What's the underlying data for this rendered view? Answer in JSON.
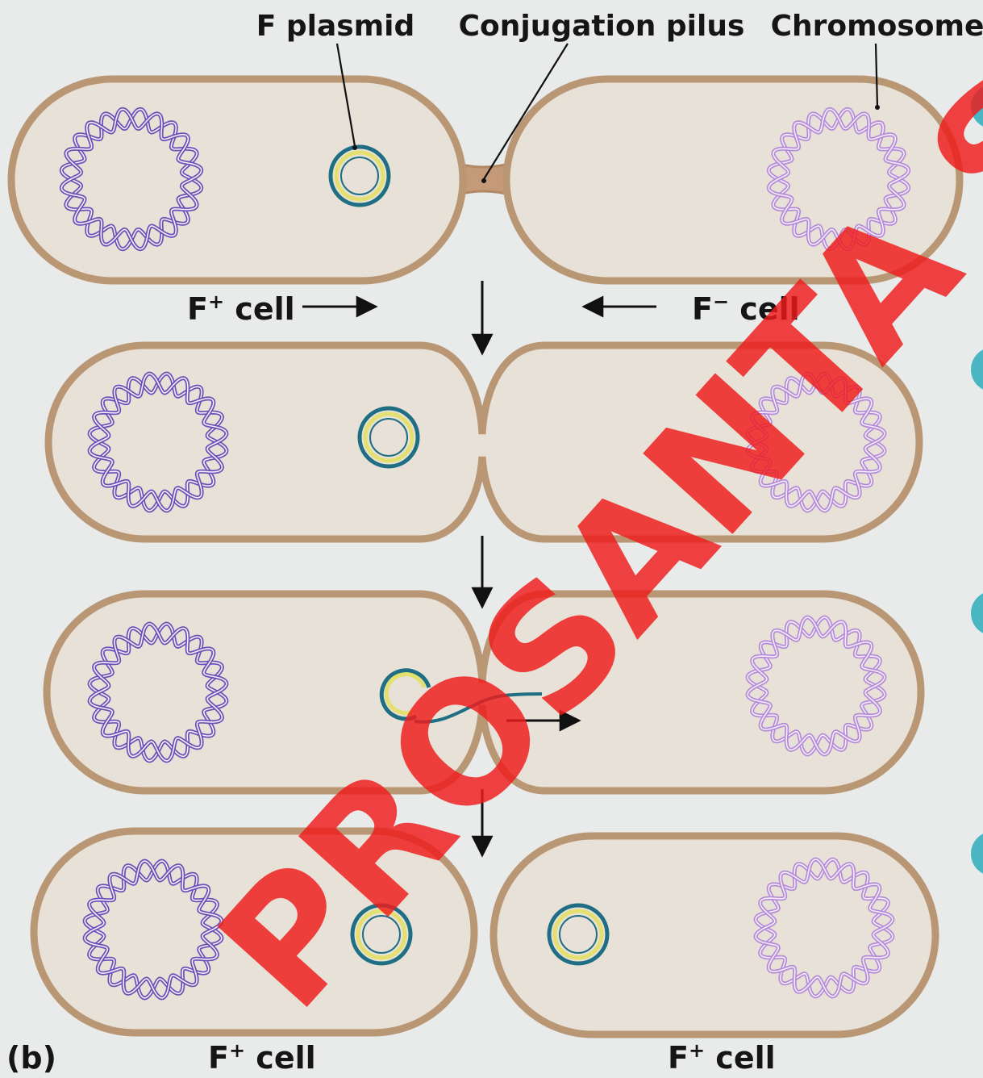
{
  "figure": {
    "panel_label": "(b)",
    "callouts": {
      "f_plasmid": "F plasmid",
      "conjugation_pilus": "Conjugation pilus",
      "chromosome": "Chromosome"
    },
    "stage1": {
      "left_cell_label_base": "F",
      "left_cell_label_sup": "+",
      "left_cell_label_word": " cell",
      "right_cell_label_base": "F",
      "right_cell_label_sup": "−",
      "right_cell_label_word": " cell"
    },
    "final": {
      "left_cell_label_base": "F",
      "left_cell_label_sup": "+",
      "left_cell_label_word": " cell",
      "right_cell_label_base": "F",
      "right_cell_label_sup": "+",
      "right_cell_label_word": " cell"
    }
  },
  "watermark": {
    "text": "PROSANTA SA",
    "color": "#f01b1b"
  },
  "colors": {
    "cell_fill": "#e8e1d7",
    "cell_wall": "#b99775",
    "donor_chromosome": "#6a4fb6",
    "recipient_chromosome": "#b58ad8",
    "plasmid_outer": "#1f6e84",
    "plasmid_inner": "#e3e070",
    "pilus": "#c49a78"
  }
}
